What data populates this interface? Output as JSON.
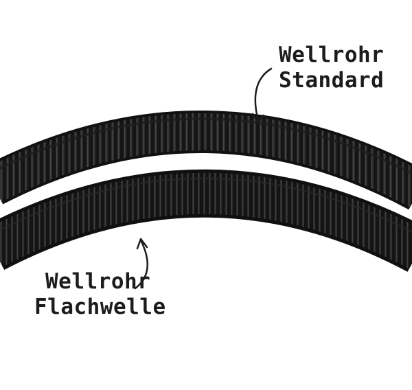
{
  "labels": {
    "standard": {
      "line1": "Wellrohr",
      "line2": "Standard"
    },
    "flachwelle": {
      "line1": "Wellrohr",
      "line2": "Flachwelle"
    }
  },
  "colors": {
    "background": "#ffffff",
    "tube": "#161616",
    "rib_highlight": "#3a3a3a",
    "text": "#1b1c1e"
  },
  "objects": [
    {
      "name": "corrugated-tube-standard",
      "kind": "photo-object"
    },
    {
      "name": "corrugated-tube-flachwelle",
      "kind": "photo-object"
    },
    {
      "name": "arrow-icon",
      "points_to": "corrugated-tube-standard"
    },
    {
      "name": "arrow-icon",
      "points_to": "corrugated-tube-flachwelle"
    }
  ]
}
